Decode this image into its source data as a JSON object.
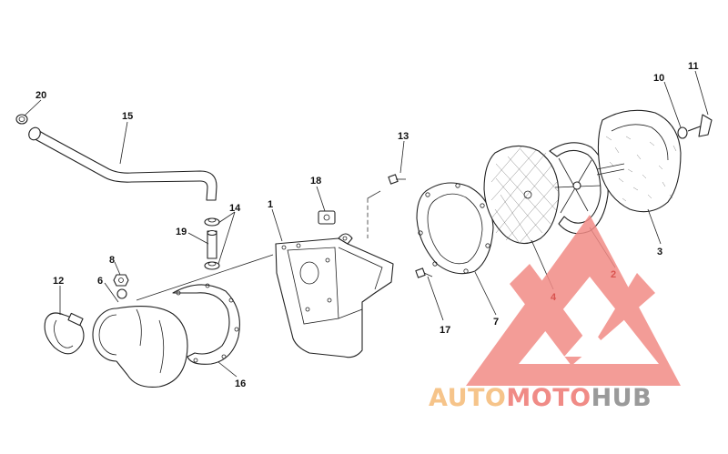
{
  "callouts": [
    {
      "id": "p1",
      "label": "1"
    },
    {
      "id": "p2",
      "label": "2"
    },
    {
      "id": "p3",
      "label": "3"
    },
    {
      "id": "p4",
      "label": "4"
    },
    {
      "id": "p6",
      "label": "6"
    },
    {
      "id": "p7",
      "label": "7"
    },
    {
      "id": "p8",
      "label": "8"
    },
    {
      "id": "p10",
      "label": "10"
    },
    {
      "id": "p11",
      "label": "11"
    },
    {
      "id": "p12",
      "label": "12"
    },
    {
      "id": "p13",
      "label": "13"
    },
    {
      "id": "p14",
      "label": "14"
    },
    {
      "id": "p15",
      "label": "15"
    },
    {
      "id": "p16",
      "label": "16"
    },
    {
      "id": "p17",
      "label": "17"
    },
    {
      "id": "p18",
      "label": "18"
    },
    {
      "id": "p19",
      "label": "19"
    },
    {
      "id": "p20",
      "label": "20"
    }
  ],
  "watermark": {
    "word_auto": "AUTO",
    "word_moto": "MOTO",
    "word_hub": "HUB",
    "color_auto": "#f6c48a",
    "color_moto": "#f08b86",
    "color_hub": "#9a9a9a",
    "logo_color": "#f28b86"
  }
}
